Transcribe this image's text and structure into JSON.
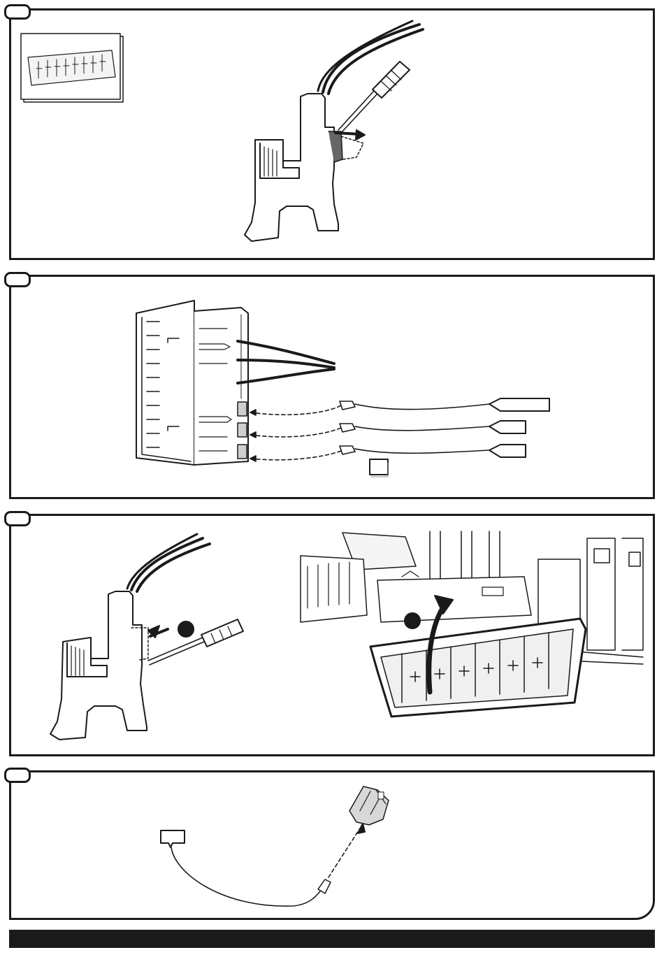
{
  "figure": {
    "panels": [
      {
        "id": "step-1"
      },
      {
        "id": "step-2"
      },
      {
        "id": "step-3"
      },
      {
        "id": "step-4"
      }
    ],
    "colors": {
      "ink": "#1a1a1a",
      "paper": "#ffffff",
      "shade": "#e8e8e8"
    }
  }
}
